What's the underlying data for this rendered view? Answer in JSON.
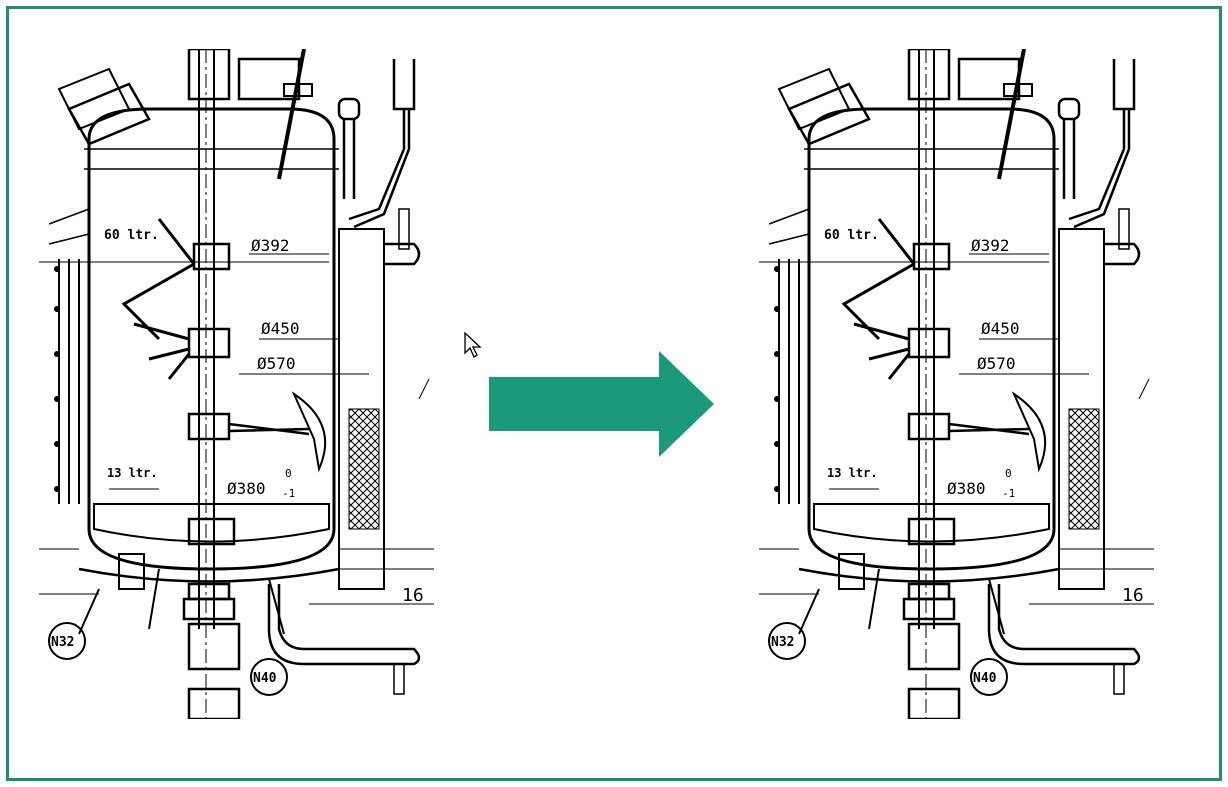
{
  "colors": {
    "frame": "#1a8f75",
    "arrow": "#1b9a7b",
    "ink": "#000000"
  },
  "icons": {
    "cursor": "arrow-pointer-icon",
    "transition": "arrow-right-icon"
  },
  "drawing": {
    "volume_upper": "60 ltr.",
    "volume_lower": "13 ltr.",
    "dim_392": "Ø392",
    "dim_450": "Ø450",
    "dim_570": "Ø570",
    "dim_380": "Ø380",
    "dim_380_sub": "-1",
    "dim_380_sup": "0",
    "item_16": "16",
    "nozzle_n32": "N32",
    "nozzle_n40": "N40"
  }
}
